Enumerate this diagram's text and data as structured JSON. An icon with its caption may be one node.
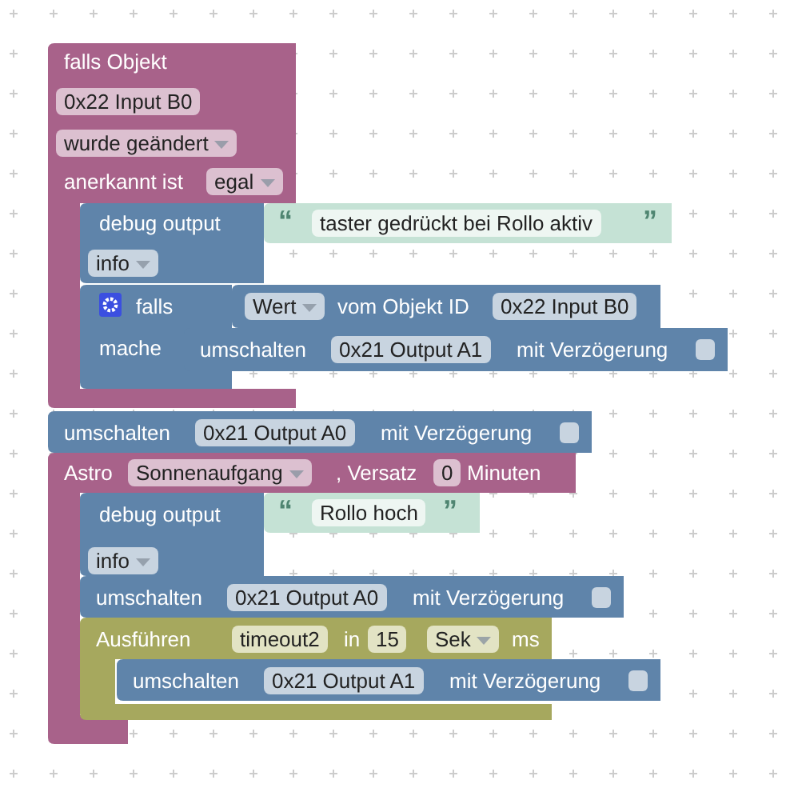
{
  "diagram": {
    "nodes": [
      {
        "text": [
          "falls Objekt",
          "0x22 Input B0",
          "wurde geändert",
          "anerkannt ist",
          "egal"
        ]
      },
      {
        "text": [
          "debug output",
          "info"
        ],
        "in": 0
      },
      {
        "text": [
          "“",
          "taster gedrückt bei Rollo aktiv",
          "”"
        ]
      },
      {
        "text": [
          "falls",
          "mache"
        ],
        "in": 0
      },
      {
        "text": [
          "Wert",
          "vom Objekt ID",
          "0x22 Input B0"
        ]
      },
      {
        "text": [
          "umschalten",
          "0x21 Output A1",
          "mit Verzögerung"
        ]
      },
      {
        "text": [
          "umschalten",
          "0x21 Output A0",
          "mit Verzögerung"
        ]
      },
      {
        "text": [
          "Astro",
          "Sonnenaufgang",
          ", Versatz",
          "0",
          "Minuten"
        ]
      },
      {
        "text": [
          "debug output",
          "info"
        ],
        "in": 7
      },
      {
        "text": [
          "“",
          "Rollo hoch",
          "”"
        ]
      },
      {
        "text": [
          "umschalten",
          "0x21 Output A0",
          "mit Verzögerung"
        ]
      },
      {
        "text": [
          "Ausführen",
          "timeout2",
          "in",
          "15",
          "Sek",
          "ms"
        ],
        "in": 7
      },
      {
        "text": [
          "umschalten",
          "0x21 Output A1",
          "mit Verzögerung"
        ]
      }
    ]
  }
}
